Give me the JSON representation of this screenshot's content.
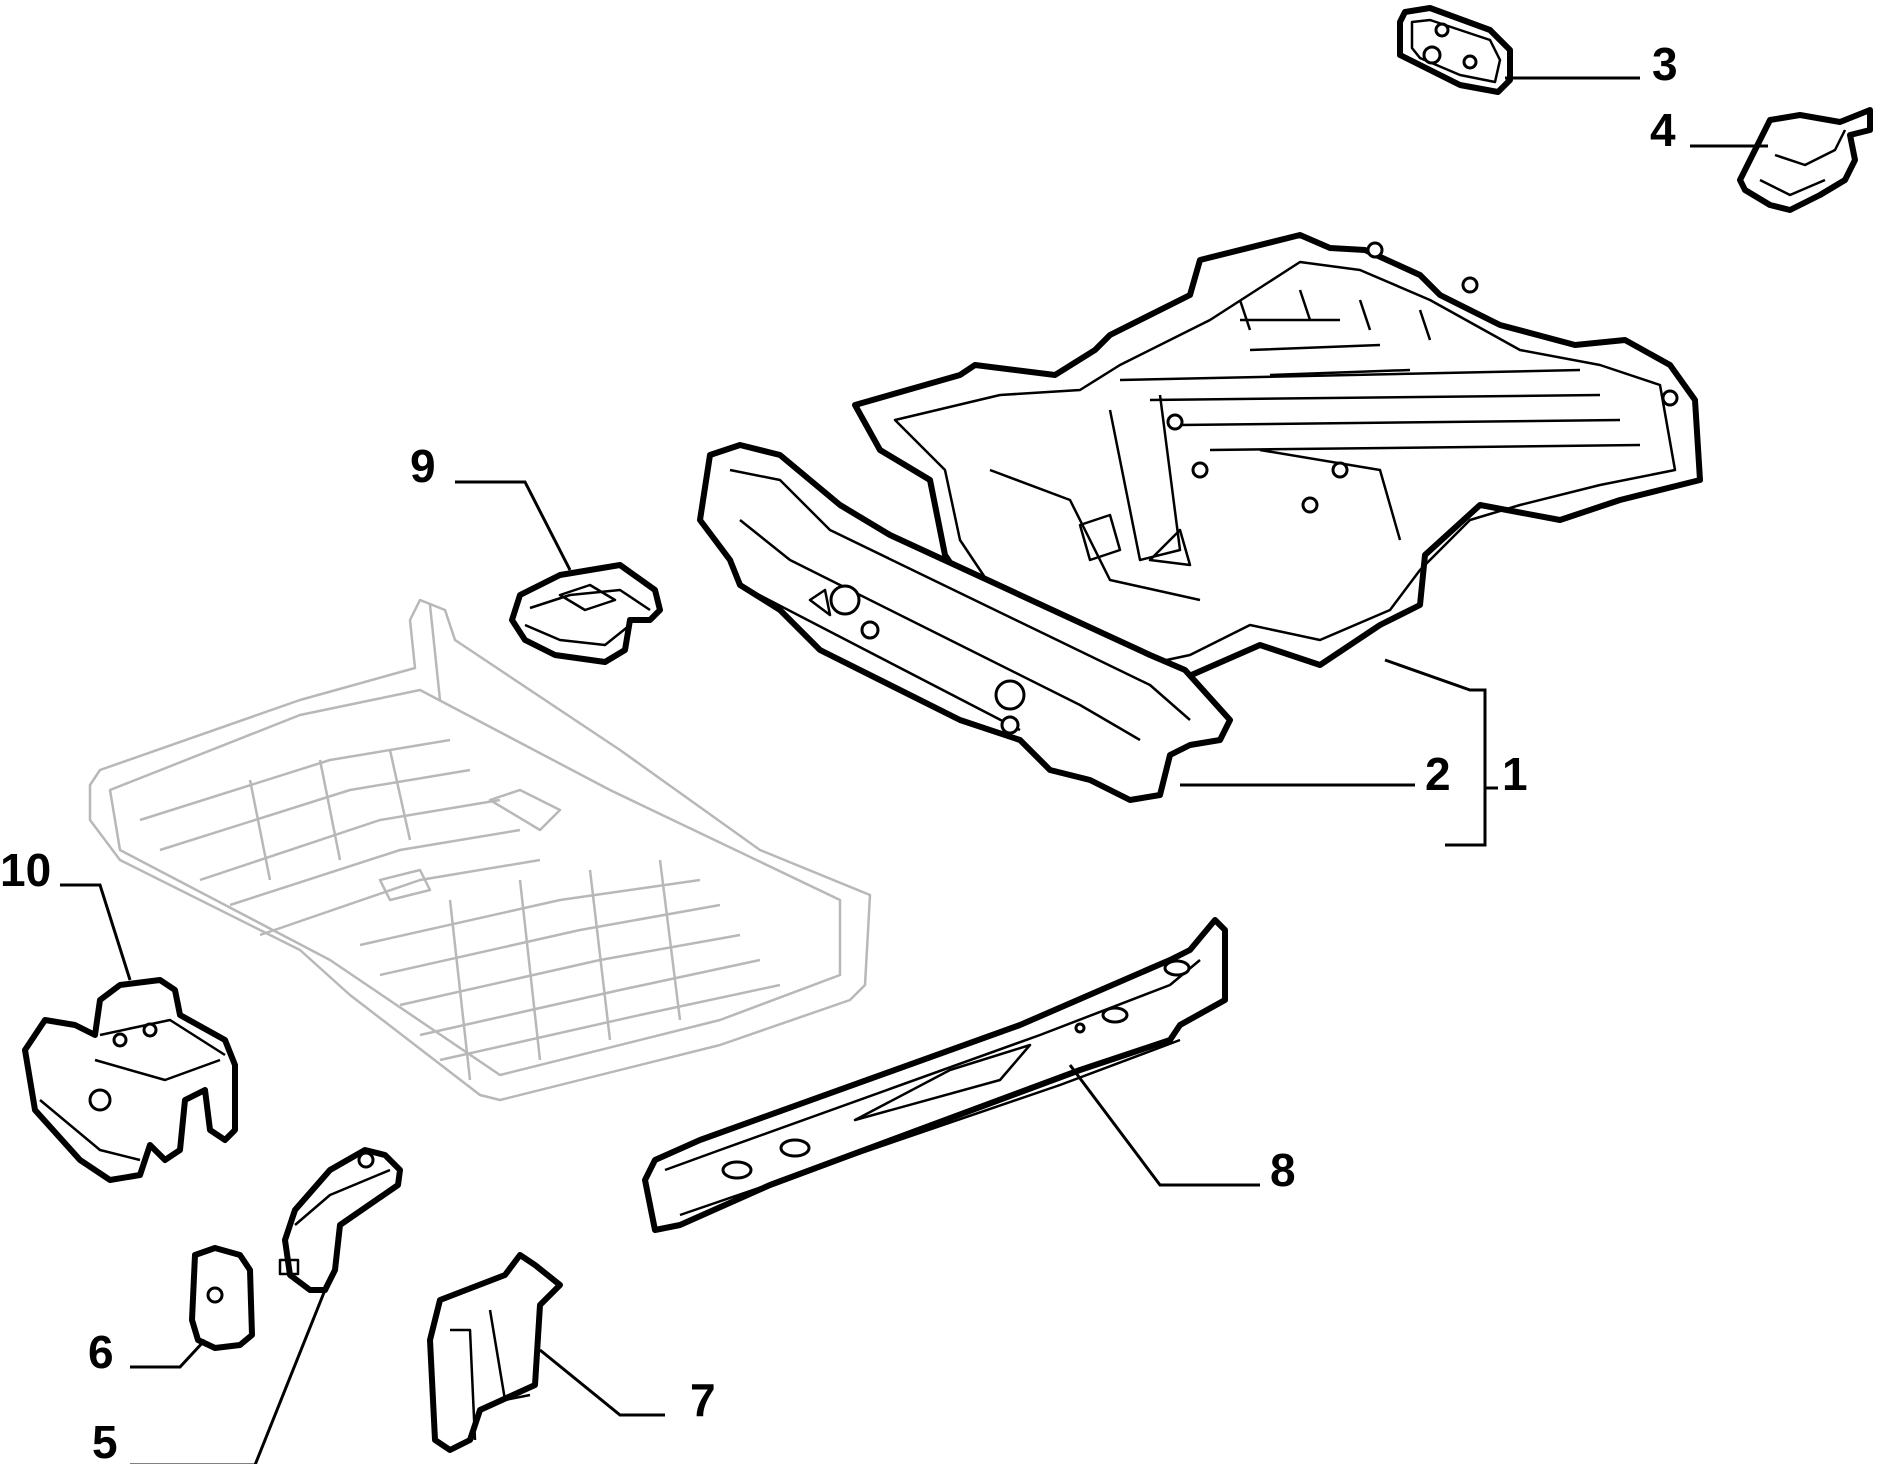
{
  "colors": {
    "outline": "#000000",
    "ghost_outline": "#b8b8b8",
    "background": "#ffffff"
  },
  "callouts": {
    "c1": "1",
    "c2": "2",
    "c3": "3",
    "c4": "4",
    "c5": "5",
    "c6": "6",
    "c7": "7",
    "c8": "8",
    "c9": "9",
    "c10": "10"
  }
}
